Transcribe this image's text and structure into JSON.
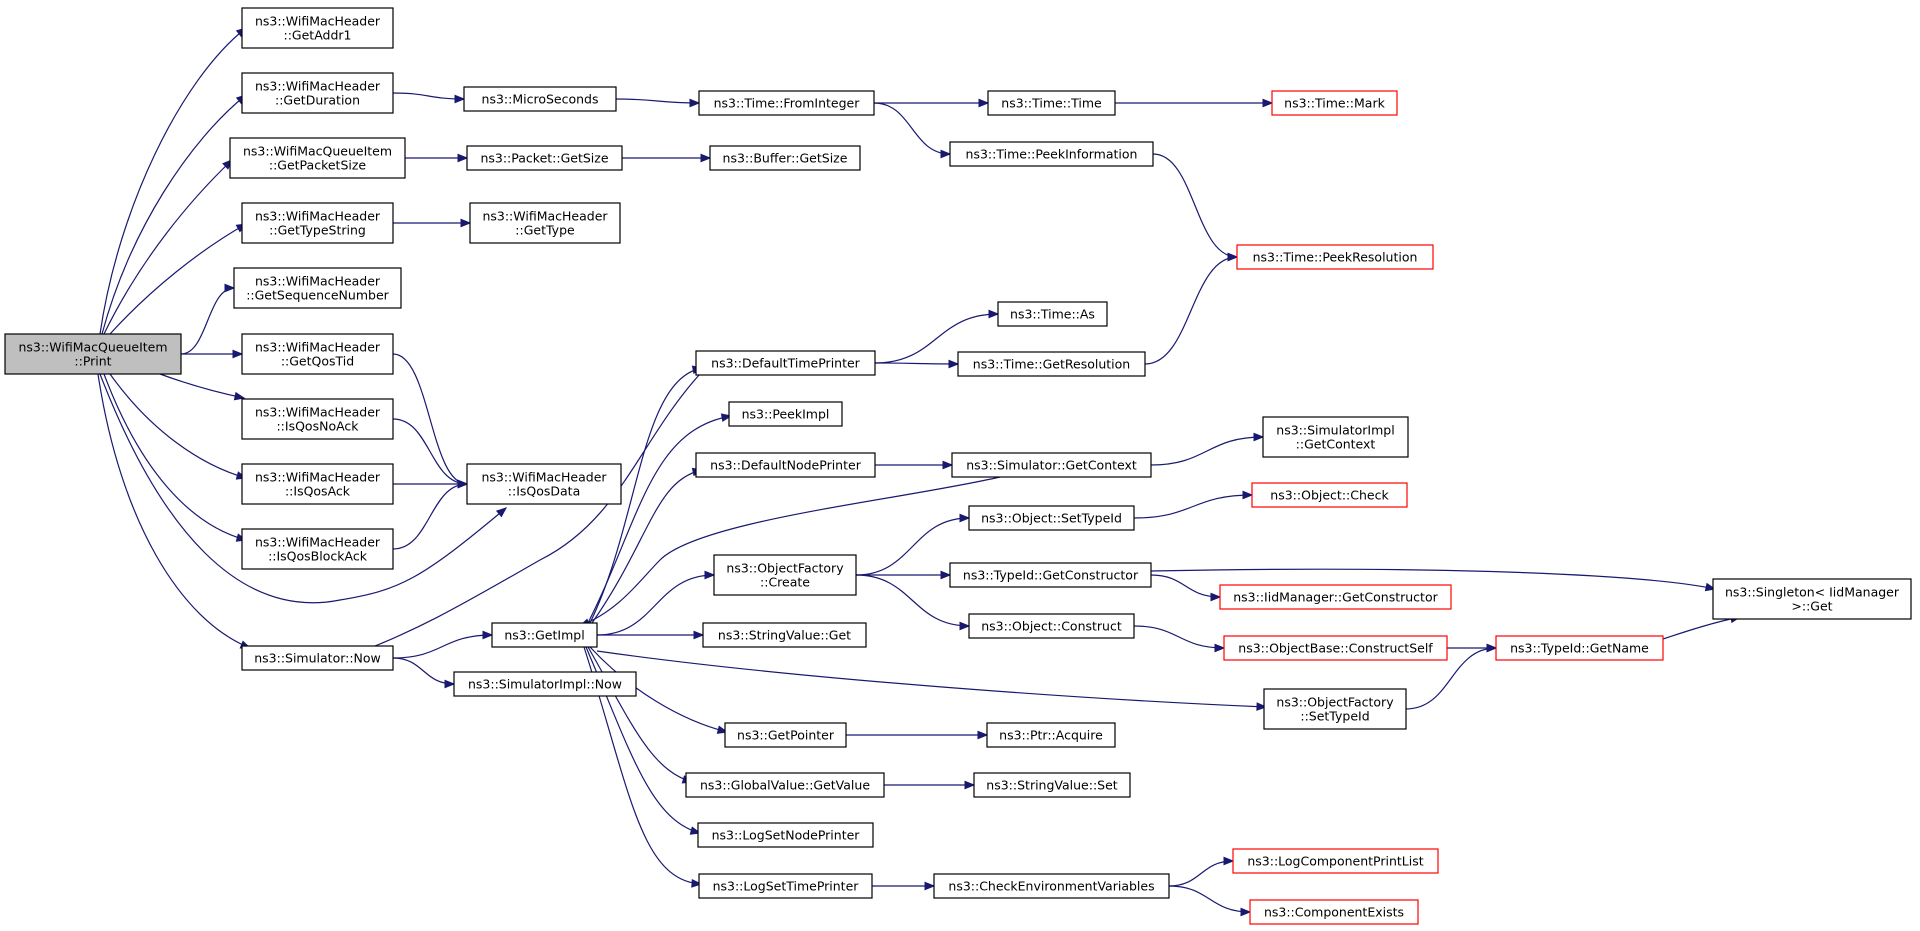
{
  "colors": {
    "edge": "#191970",
    "node_border": "#000000",
    "node_border_truncated": "#ff0000",
    "root_fill": "#bfbfbf",
    "node_fill": "#ffffff"
  },
  "nodes": [
    {
      "id": "root",
      "lines": [
        "ns3::WifiMacQueueItem",
        "::Print"
      ],
      "style": "root"
    },
    {
      "id": "getAddr1",
      "lines": [
        "ns3::WifiMacHeader",
        "::GetAddr1"
      ],
      "style": "normal"
    },
    {
      "id": "getDuration",
      "lines": [
        "ns3::WifiMacHeader",
        "::GetDuration"
      ],
      "style": "normal"
    },
    {
      "id": "getPacketSize",
      "lines": [
        "ns3::WifiMacQueueItem",
        "::GetPacketSize"
      ],
      "style": "normal"
    },
    {
      "id": "getTypeString",
      "lines": [
        "ns3::WifiMacHeader",
        "::GetTypeString"
      ],
      "style": "normal"
    },
    {
      "id": "getSeqNum",
      "lines": [
        "ns3::WifiMacHeader",
        "::GetSequenceNumber"
      ],
      "style": "normal"
    },
    {
      "id": "getQosTid",
      "lines": [
        "ns3::WifiMacHeader",
        "::GetQosTid"
      ],
      "style": "normal"
    },
    {
      "id": "isQosNoAck",
      "lines": [
        "ns3::WifiMacHeader",
        "::IsQosNoAck"
      ],
      "style": "normal"
    },
    {
      "id": "isQosAck",
      "lines": [
        "ns3::WifiMacHeader",
        "::IsQosAck"
      ],
      "style": "normal"
    },
    {
      "id": "isQosBlockAck",
      "lines": [
        "ns3::WifiMacHeader",
        "::IsQosBlockAck"
      ],
      "style": "normal"
    },
    {
      "id": "simNow",
      "lines": [
        "ns3::Simulator::Now"
      ],
      "style": "normal"
    },
    {
      "id": "microSeconds",
      "lines": [
        "ns3::MicroSeconds"
      ],
      "style": "normal"
    },
    {
      "id": "packetGetSize",
      "lines": [
        "ns3::Packet::GetSize"
      ],
      "style": "normal"
    },
    {
      "id": "getType",
      "lines": [
        "ns3::WifiMacHeader",
        "::GetType"
      ],
      "style": "normal"
    },
    {
      "id": "isQosData",
      "lines": [
        "ns3::WifiMacHeader",
        "::IsQosData"
      ],
      "style": "normal"
    },
    {
      "id": "getImpl",
      "lines": [
        "ns3::GetImpl"
      ],
      "style": "normal"
    },
    {
      "id": "simImplNow",
      "lines": [
        "ns3::SimulatorImpl::Now"
      ],
      "style": "normal"
    },
    {
      "id": "fromInteger",
      "lines": [
        "ns3::Time::FromInteger"
      ],
      "style": "normal"
    },
    {
      "id": "bufferGetSize",
      "lines": [
        "ns3::Buffer::GetSize"
      ],
      "style": "normal"
    },
    {
      "id": "defaultTimePrinter",
      "lines": [
        "ns3::DefaultTimePrinter"
      ],
      "style": "normal"
    },
    {
      "id": "peekImpl",
      "lines": [
        "ns3::PeekImpl"
      ],
      "style": "normal"
    },
    {
      "id": "defaultNodePrinter",
      "lines": [
        "ns3::DefaultNodePrinter"
      ],
      "style": "normal"
    },
    {
      "id": "objFactoryCreate",
      "lines": [
        "ns3::ObjectFactory",
        "::Create"
      ],
      "style": "normal"
    },
    {
      "id": "stringValueGet",
      "lines": [
        "ns3::StringValue::Get"
      ],
      "style": "normal"
    },
    {
      "id": "getPointer",
      "lines": [
        "ns3::GetPointer"
      ],
      "style": "normal"
    },
    {
      "id": "globalValueGetValue",
      "lines": [
        "ns3::GlobalValue::GetValue"
      ],
      "style": "normal"
    },
    {
      "id": "logSetNodePrinter",
      "lines": [
        "ns3::LogSetNodePrinter"
      ],
      "style": "normal"
    },
    {
      "id": "logSetTimePrinter",
      "lines": [
        "ns3::LogSetTimePrinter"
      ],
      "style": "normal"
    },
    {
      "id": "timeTime",
      "lines": [
        "ns3::Time::Time"
      ],
      "style": "normal"
    },
    {
      "id": "peekInformation",
      "lines": [
        "ns3::Time::PeekInformation"
      ],
      "style": "normal"
    },
    {
      "id": "timeAs",
      "lines": [
        "ns3::Time::As"
      ],
      "style": "normal"
    },
    {
      "id": "timeGetResolution",
      "lines": [
        "ns3::Time::GetResolution"
      ],
      "style": "normal"
    },
    {
      "id": "simGetContext",
      "lines": [
        "ns3::Simulator::GetContext"
      ],
      "style": "normal"
    },
    {
      "id": "objSetTypeId",
      "lines": [
        "ns3::Object::SetTypeId"
      ],
      "style": "normal"
    },
    {
      "id": "typeIdGetConstructor",
      "lines": [
        "ns3::TypeId::GetConstructor"
      ],
      "style": "normal"
    },
    {
      "id": "objConstruct",
      "lines": [
        "ns3::Object::Construct"
      ],
      "style": "normal"
    },
    {
      "id": "objFactorySetTypeId",
      "lines": [
        "ns3::ObjectFactory",
        "::SetTypeId"
      ],
      "style": "normal"
    },
    {
      "id": "ptrAcquire",
      "lines": [
        "ns3::Ptr::Acquire"
      ],
      "style": "normal"
    },
    {
      "id": "stringValueSet",
      "lines": [
        "ns3::StringValue::Set"
      ],
      "style": "normal"
    },
    {
      "id": "checkEnvVars",
      "lines": [
        "ns3::CheckEnvironmentVariables"
      ],
      "style": "normal"
    },
    {
      "id": "timeMark",
      "lines": [
        "ns3::Time::Mark"
      ],
      "style": "truncated"
    },
    {
      "id": "peekResolution",
      "lines": [
        "ns3::Time::PeekResolution"
      ],
      "style": "truncated"
    },
    {
      "id": "simImplGetContext",
      "lines": [
        "ns3::SimulatorImpl",
        "::GetContext"
      ],
      "style": "normal"
    },
    {
      "id": "objectCheck",
      "lines": [
        "ns3::Object::Check"
      ],
      "style": "truncated"
    },
    {
      "id": "iidGetConstructor",
      "lines": [
        "ns3::IidManager::GetConstructor"
      ],
      "style": "truncated"
    },
    {
      "id": "objBaseConstructSelf",
      "lines": [
        "ns3::ObjectBase::ConstructSelf"
      ],
      "style": "truncated"
    },
    {
      "id": "logComponentPrintList",
      "lines": [
        "ns3::LogComponentPrintList"
      ],
      "style": "truncated"
    },
    {
      "id": "componentExists",
      "lines": [
        "ns3::ComponentExists"
      ],
      "style": "truncated"
    },
    {
      "id": "typeIdGetName",
      "lines": [
        "ns3::TypeId::GetName"
      ],
      "style": "truncated"
    },
    {
      "id": "singletonGet",
      "lines": [
        "ns3::Singleton< IidManager",
        ">::Get"
      ],
      "style": "normal"
    }
  ],
  "edges": [
    [
      "root",
      "getAddr1"
    ],
    [
      "root",
      "getDuration"
    ],
    [
      "root",
      "getPacketSize"
    ],
    [
      "root",
      "getTypeString"
    ],
    [
      "root",
      "getSeqNum"
    ],
    [
      "root",
      "getQosTid"
    ],
    [
      "root",
      "isQosNoAck"
    ],
    [
      "root",
      "isQosAck"
    ],
    [
      "root",
      "isQosBlockAck"
    ],
    [
      "root",
      "isQosData"
    ],
    [
      "root",
      "simNow"
    ],
    [
      "getDuration",
      "microSeconds"
    ],
    [
      "microSeconds",
      "fromInteger"
    ],
    [
      "fromInteger",
      "timeTime"
    ],
    [
      "fromInteger",
      "peekInformation"
    ],
    [
      "timeTime",
      "timeMark"
    ],
    [
      "peekInformation",
      "peekResolution"
    ],
    [
      "getPacketSize",
      "packetGetSize"
    ],
    [
      "packetGetSize",
      "bufferGetSize"
    ],
    [
      "getTypeString",
      "getType"
    ],
    [
      "getQosTid",
      "isQosData"
    ],
    [
      "isQosNoAck",
      "isQosData"
    ],
    [
      "isQosAck",
      "isQosData"
    ],
    [
      "isQosBlockAck",
      "isQosData"
    ],
    [
      "simNow",
      "getImpl"
    ],
    [
      "simNow",
      "simImplNow"
    ],
    [
      "getImpl",
      "defaultTimePrinter"
    ],
    [
      "getImpl",
      "peekImpl"
    ],
    [
      "getImpl",
      "defaultNodePrinter"
    ],
    [
      "getImpl",
      "objFactoryCreate"
    ],
    [
      "getImpl",
      "stringValueGet"
    ],
    [
      "getImpl",
      "objFactorySetTypeId"
    ],
    [
      "getImpl",
      "getPointer"
    ],
    [
      "getImpl",
      "globalValueGetValue"
    ],
    [
      "getImpl",
      "logSetNodePrinter"
    ],
    [
      "getImpl",
      "logSetTimePrinter"
    ],
    [
      "defaultTimePrinter",
      "timeAs"
    ],
    [
      "defaultTimePrinter",
      "timeGetResolution"
    ],
    [
      "defaultTimePrinter",
      "simNow"
    ],
    [
      "timeGetResolution",
      "peekResolution"
    ],
    [
      "defaultNodePrinter",
      "simGetContext"
    ],
    [
      "simGetContext",
      "getImpl"
    ],
    [
      "simGetContext",
      "simImplGetContext"
    ],
    [
      "objFactoryCreate",
      "objSetTypeId"
    ],
    [
      "objFactoryCreate",
      "typeIdGetConstructor"
    ],
    [
      "objFactoryCreate",
      "objConstruct"
    ],
    [
      "objSetTypeId",
      "objectCheck"
    ],
    [
      "typeIdGetConstructor",
      "iidGetConstructor"
    ],
    [
      "typeIdGetConstructor",
      "singletonGet"
    ],
    [
      "objConstruct",
      "objBaseConstructSelf"
    ],
    [
      "objBaseConstructSelf",
      "typeIdGetName"
    ],
    [
      "typeIdGetName",
      "singletonGet"
    ],
    [
      "objFactorySetTypeId",
      "typeIdGetName"
    ],
    [
      "getPointer",
      "ptrAcquire"
    ],
    [
      "globalValueGetValue",
      "stringValueSet"
    ],
    [
      "logSetTimePrinter",
      "checkEnvVars"
    ],
    [
      "checkEnvVars",
      "logComponentPrintList"
    ],
    [
      "checkEnvVars",
      "componentExists"
    ]
  ]
}
